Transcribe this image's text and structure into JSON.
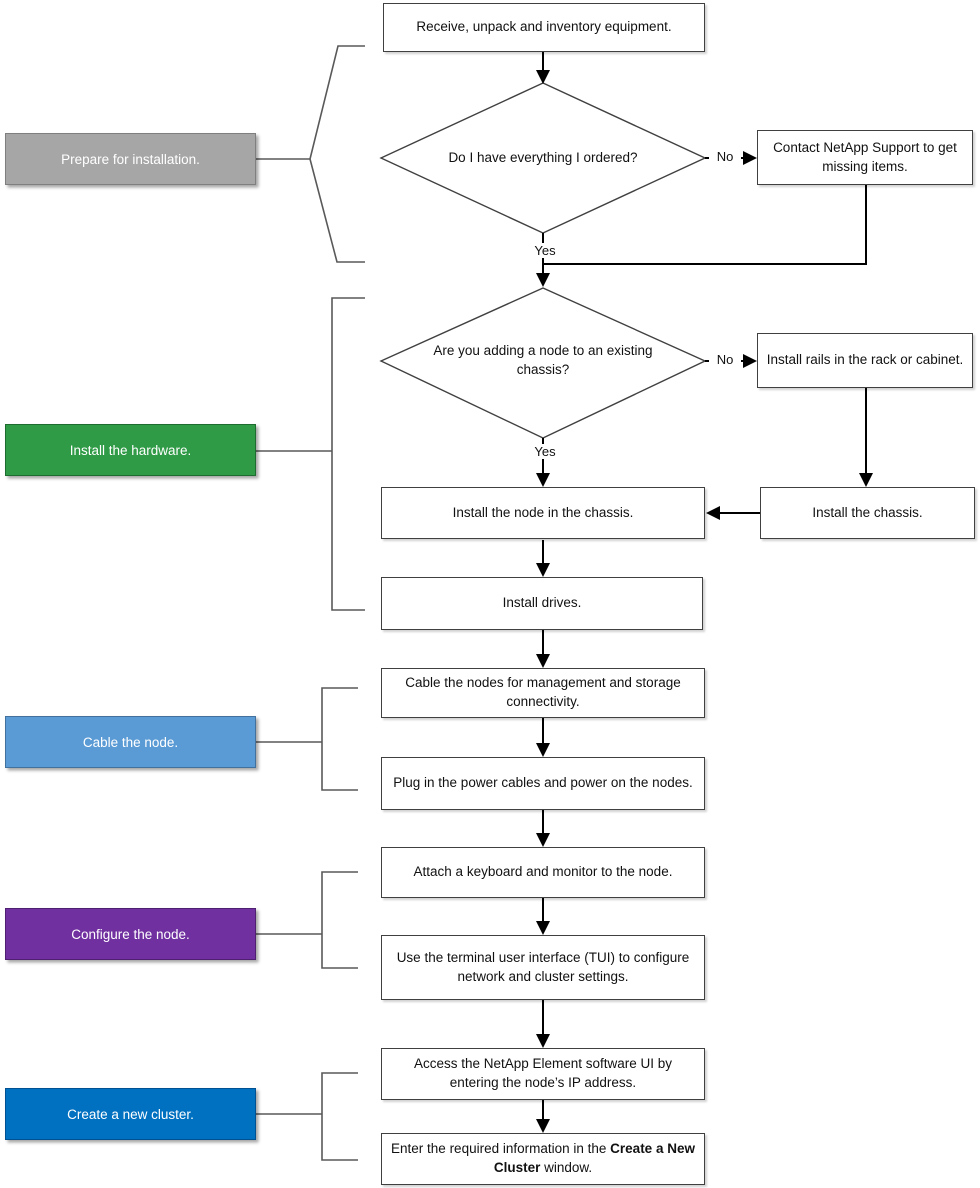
{
  "diagram": {
    "stages": [
      {
        "label": "Prepare for installation.",
        "color": "#A6A6A6",
        "border": "#7F7F7F"
      },
      {
        "label": "Install the hardware.",
        "color": "#2F9B46",
        "border": "#1E6C30"
      },
      {
        "label": "Cable the node.",
        "color": "#5B9BD5",
        "border": "#41719C"
      },
      {
        "label": "Configure the node.",
        "color": "#7030A0",
        "border": "#4F2071"
      },
      {
        "label": "Create a new cluster.",
        "color": "#0070C0",
        "border": "#005192"
      }
    ],
    "decisions": {
      "have_everything": "Do I have everything I ordered?",
      "existing_chassis": "Are you adding a node to an existing chassis?"
    },
    "steps": {
      "receive": "Receive, unpack and inventory equipment.",
      "contact_support": "Contact NetApp Support to get missing items.",
      "install_rails": "Install rails in the rack or cabinet.",
      "install_chassis": "Install the chassis.",
      "install_node": "Install the node in the chassis.",
      "install_drives": "Install drives.",
      "cable_nodes": "Cable the nodes for management and storage connectivity.",
      "plug_power": "Plug in the power cables and power on the nodes.",
      "attach_keyboard": "Attach a keyboard and monitor to the node.",
      "use_tui": "Use the terminal user interface (TUI) to configure network and cluster settings.",
      "access_ui": "Access the NetApp Element software UI by entering the node’s IP address.",
      "enter_info_prefix": "Enter the required information in the",
      "enter_info_bold": "Create a New Cluster",
      "enter_info_suffix": " window."
    },
    "branch_labels": {
      "no": "No",
      "yes": "Yes"
    }
  }
}
